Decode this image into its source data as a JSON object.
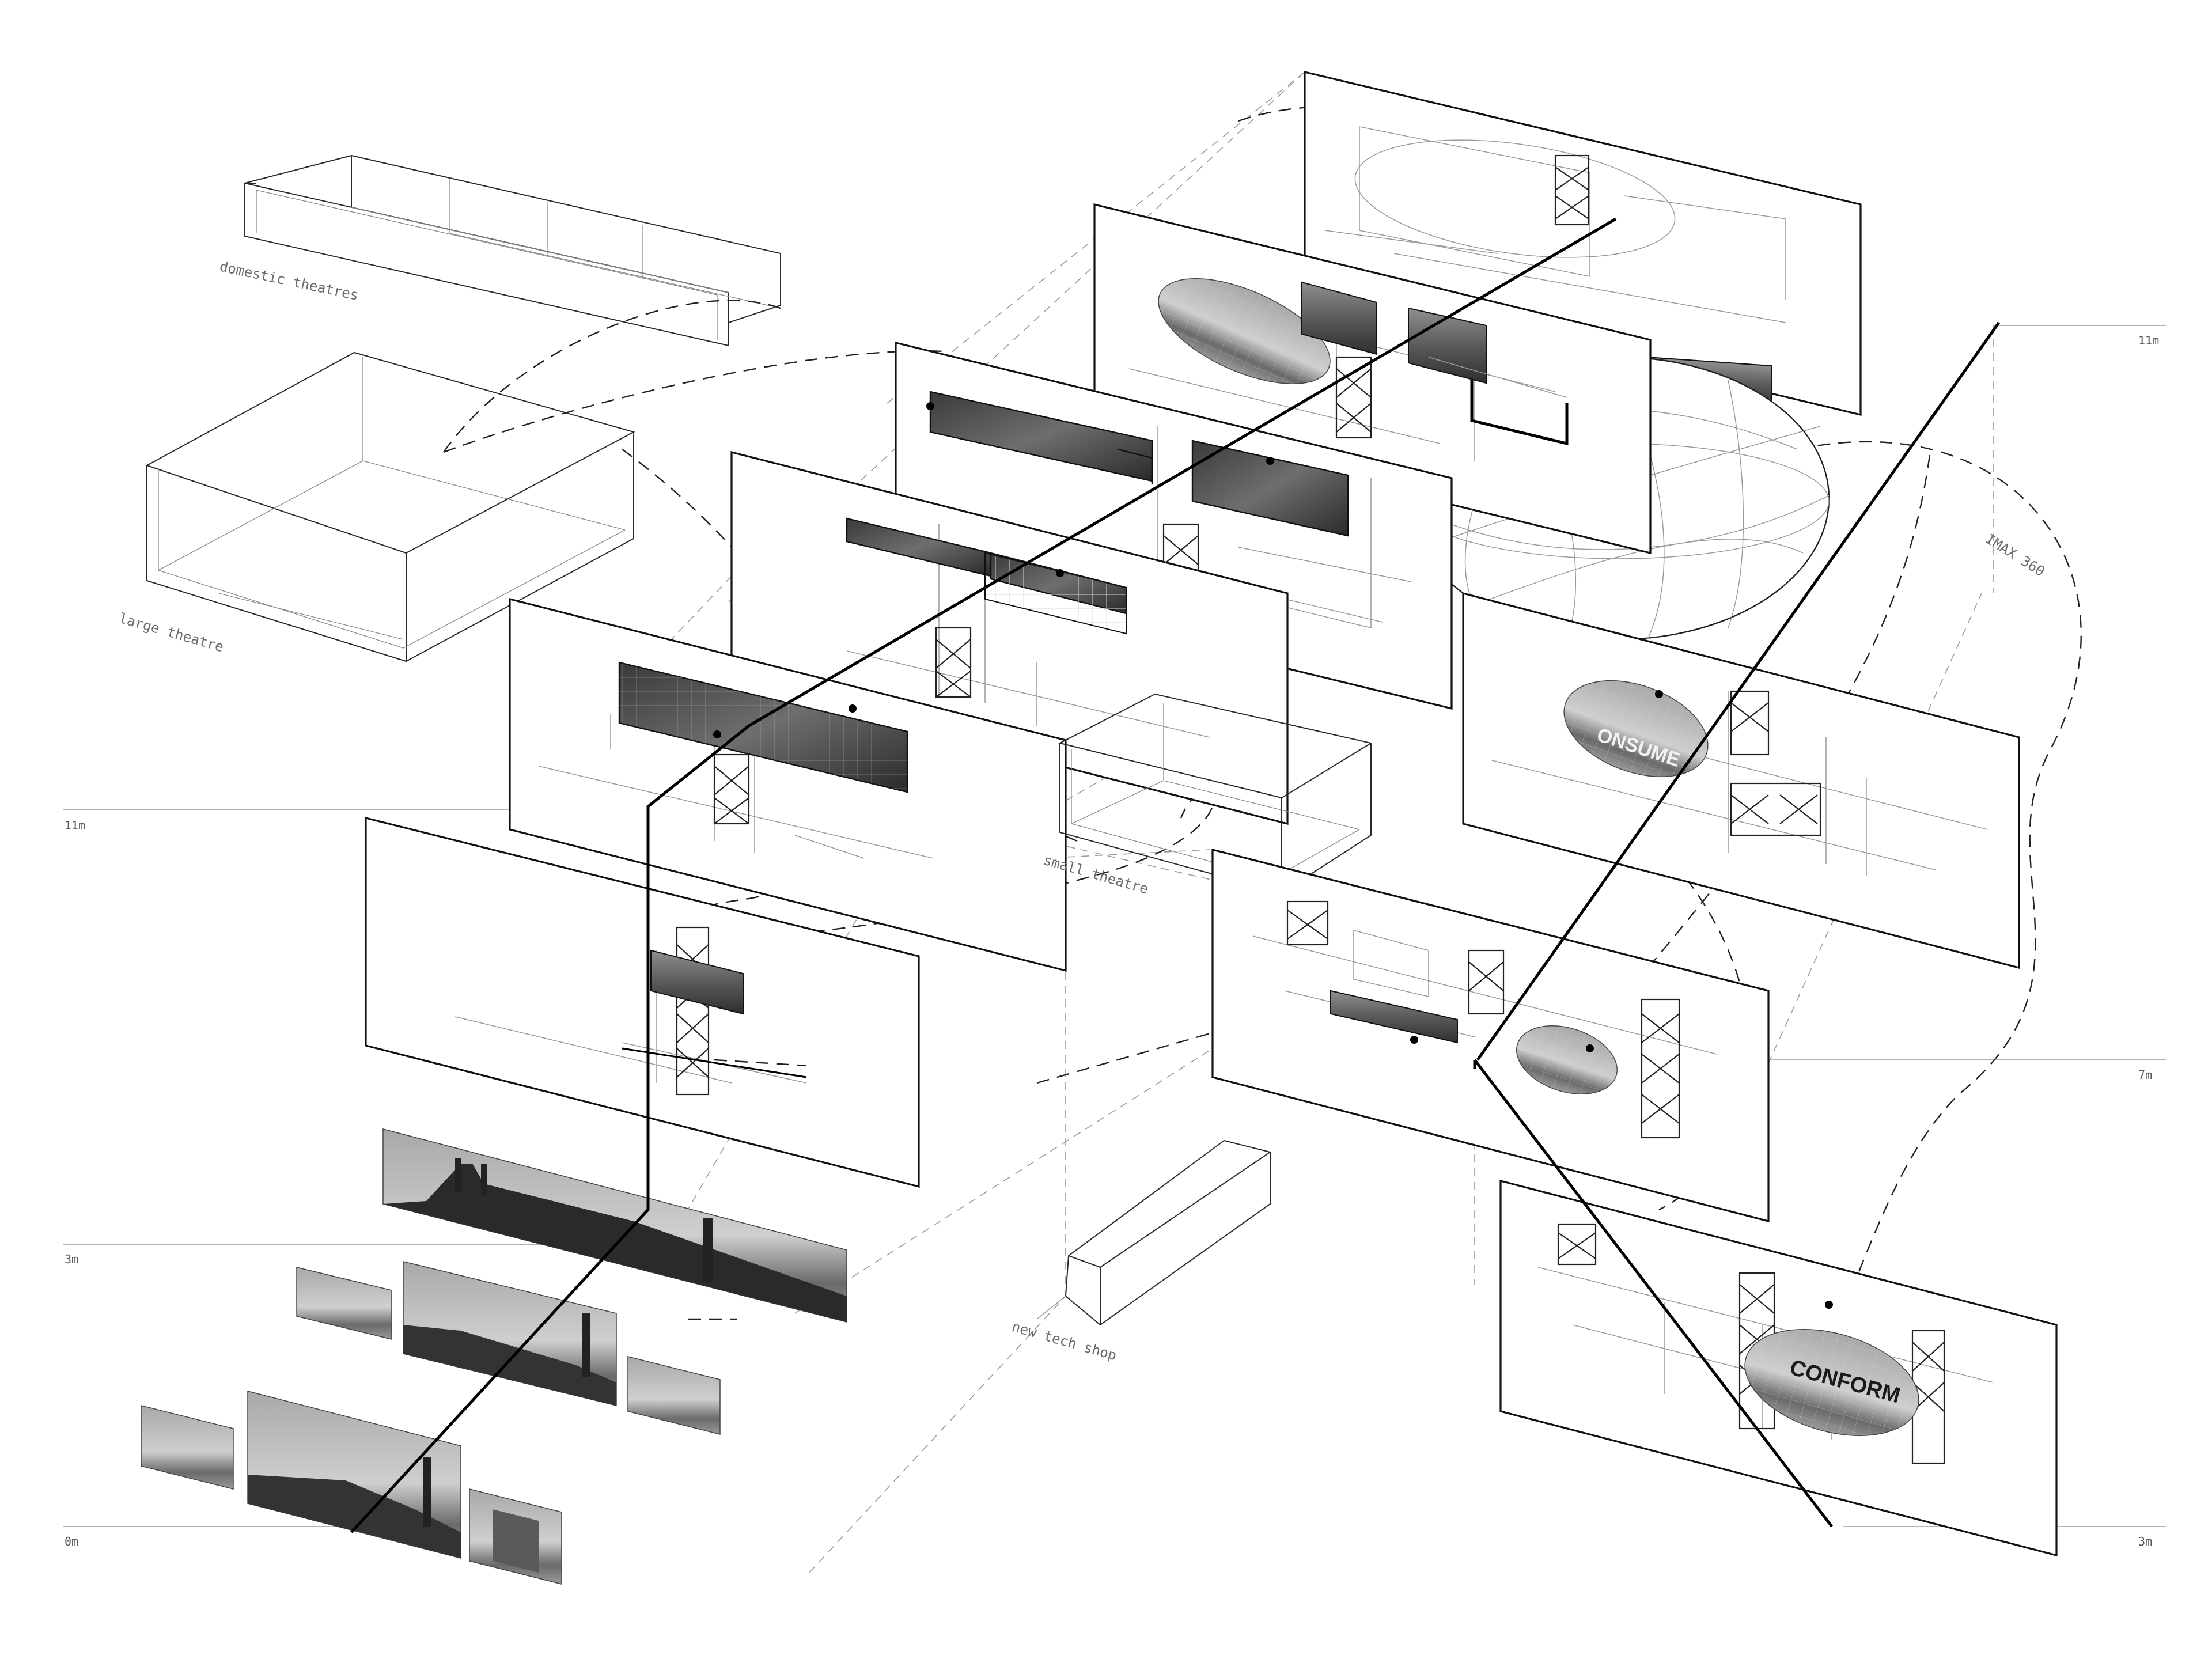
{
  "labels": {
    "domestic_theatres": "domestic theatres",
    "large_theatre": "large theatre",
    "small_theatre": "small theatre",
    "imax_360": "IMAX 360",
    "new_tech_shop": "new tech shop"
  },
  "levels": {
    "left_11m": "11m",
    "left_3m": "3m",
    "left_0m": "0m",
    "right_11m": "11m",
    "right_7m": "7m",
    "right_3m": "3m"
  },
  "signage": {
    "conform_large": "CONFORM",
    "consume": "ONSUME"
  },
  "colors": {
    "line": "#111111",
    "thin_line": "#9a9a9a",
    "background": "#ffffff"
  }
}
